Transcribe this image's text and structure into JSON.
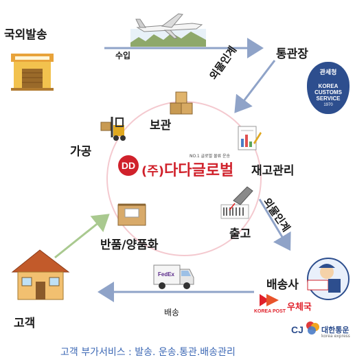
{
  "nodes": {
    "origin": "국외발송",
    "customs": "통관장",
    "storage": "보관",
    "processing": "가공",
    "inventory": "재고관리",
    "shipping_out": "출고",
    "returns": "반품/양품화",
    "delivery_co": "배송사",
    "customer": "고객"
  },
  "edges": {
    "import": "수입",
    "bonded_transfer_1": "외물인계",
    "bonded_transfer_2": "외물인계",
    "delivery": "배송"
  },
  "logo": {
    "prefix": "(주)",
    "name": "다다글로벌",
    "tagline": "NO.1 글로벌 물류 운송"
  },
  "partners": {
    "customs_badge_top": "관세청",
    "customs_badge_line1": "KOREA",
    "customs_badge_line2": "CUSTOMS",
    "customs_badge_line3": "SERVICE",
    "customs_badge_year": "1970",
    "post_brand": "우체국",
    "post_en": "KOREA POST",
    "cj_brand": "대한통운",
    "cj_en": "korea express",
    "cj_mark": "CJ"
  },
  "icons": {
    "warehouse": "cargo-warehouse-icon",
    "plane": "airplane-icon",
    "boxes": "stacked-boxes-icon",
    "forklift": "forklift-icon",
    "document": "inventory-document-icon",
    "scanner": "barcode-scanner-icon",
    "returns_box": "parcel-box-icon",
    "truck": "delivery-van-icon",
    "house": "house-icon",
    "courier": "courier-character-icon"
  },
  "footer": "고객 부가서비스 : 발송. 운송.통관.배송관리",
  "colors": {
    "arrow": "#8fa3c8",
    "circle": "#f4c9cf",
    "logo_red": "#d0212b",
    "footer_blue": "#3b67b4"
  }
}
